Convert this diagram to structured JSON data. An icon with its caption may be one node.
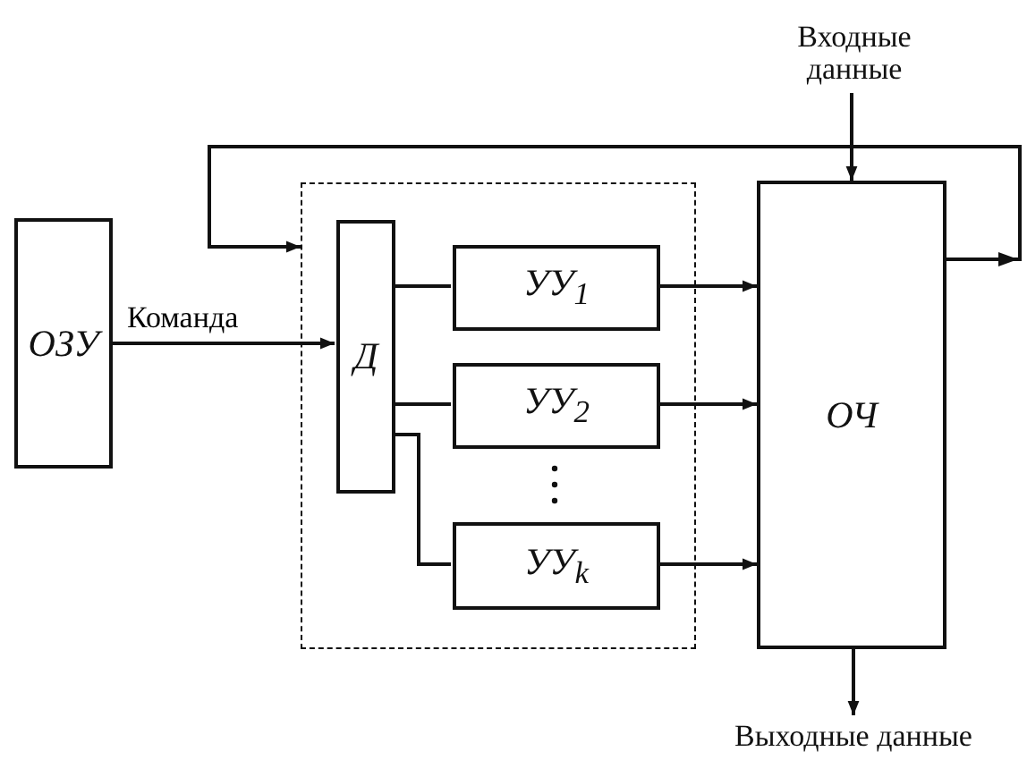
{
  "diagram": {
    "nodes": [
      {
        "text": [
          "Входные данные"
        ]
      },
      {
        "text": [
          "ОЗУ"
        ]
      },
      {
        "text": [],
        "shape": "box"
      },
      {
        "text": [
          "Д"
        ],
        "in": 2
      },
      {
        "text": [
          "УУ$_{1}$"
        ],
        "in": 2
      },
      {
        "text": [
          "УУ$_{2}$"
        ],
        "in": 2
      },
      {
        "text": [
          "УУ$_{k}$"
        ],
        "in": 2
      },
      {
        "text": [
          "ОЧ"
        ]
      },
      {
        "text": [
          "Выходные данные"
        ]
      }
    ],
    "edges": [
      {
        "from": 0,
        "to": 7,
        "arrow": "to"
      },
      {
        "from": 1,
        "to": 3,
        "arrow": "to",
        "label": "Команда"
      },
      {
        "from": 3,
        "to": 4,
        "arrow": "none"
      },
      {
        "from": 3,
        "to": 5,
        "arrow": "none"
      },
      {
        "from": 3,
        "to": 6,
        "arrow": "none"
      },
      {
        "from": 4,
        "to": 7,
        "arrow": "to"
      },
      {
        "from": 5,
        "to": 7,
        "arrow": "to"
      },
      {
        "from": 6,
        "to": 7,
        "arrow": "to"
      },
      {
        "from": 7,
        "to": 2,
        "arrow": "to"
      },
      {
        "from": 7,
        "to": 8,
        "arrow": "to"
      }
    ]
  }
}
